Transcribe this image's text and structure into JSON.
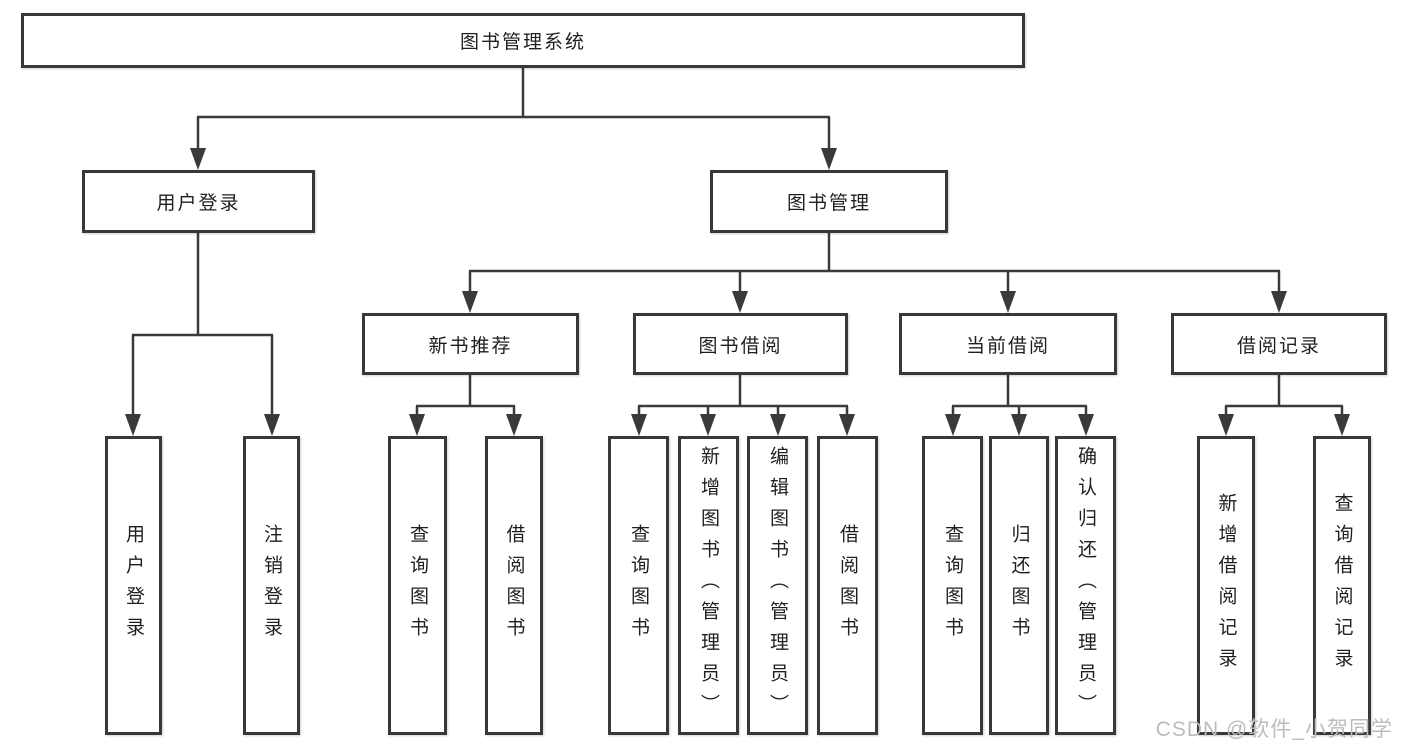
{
  "tree": {
    "root": {
      "label": "图书管理系统"
    },
    "branches": [
      {
        "label": "用户登录",
        "children": [
          {
            "label": "用户登录"
          },
          {
            "label": "注销登录"
          }
        ]
      },
      {
        "label": "图书管理",
        "sections": [
          {
            "label": "新书推荐",
            "children": [
              {
                "label": "查询图书"
              },
              {
                "label": "借阅图书"
              }
            ]
          },
          {
            "label": "图书借阅",
            "children": [
              {
                "label": "查询图书"
              },
              {
                "label": "新增图书（管理员）"
              },
              {
                "label": "编辑图书（管理员）"
              },
              {
                "label": "借阅图书"
              }
            ]
          },
          {
            "label": "当前借阅",
            "children": [
              {
                "label": "查询图书"
              },
              {
                "label": "归还图书"
              },
              {
                "label": "确认归还（管理员）"
              }
            ]
          },
          {
            "label": "借阅记录",
            "children": [
              {
                "label": "新增借阅记录"
              },
              {
                "label": "查询借阅记录"
              }
            ]
          }
        ]
      }
    ]
  },
  "watermark": {
    "text": "CSDN @软件_小贺同学"
  },
  "colors": {
    "line": "#3a3a3a",
    "border": "#383838",
    "text": "#1f1f1f",
    "watermark": "#bcbcbc",
    "background": "#ffffff"
  }
}
